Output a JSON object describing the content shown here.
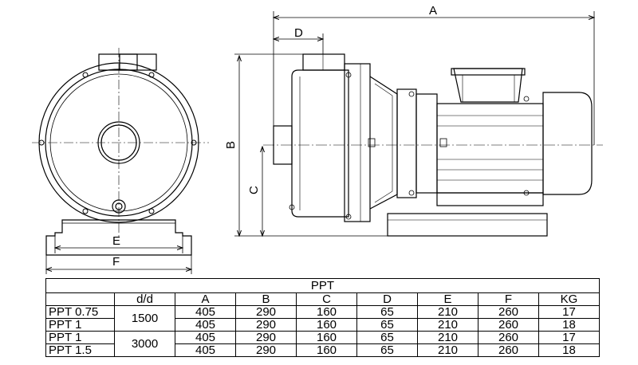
{
  "drawing": {
    "dimensions": {
      "A": "A",
      "B": "B",
      "C": "C",
      "D": "D",
      "E": "E",
      "F": "F"
    }
  },
  "table": {
    "title": "PPT",
    "headers": [
      "",
      "d/d",
      "A",
      "B",
      "C",
      "D",
      "E",
      "F",
      "KG"
    ],
    "speed_groups": [
      "1500",
      "3000"
    ],
    "rows": [
      {
        "model": "PPT 0.75",
        "values": [
          "405",
          "290",
          "160",
          "65",
          "210",
          "260",
          "17"
        ]
      },
      {
        "model": "PPT 1",
        "values": [
          "405",
          "290",
          "160",
          "65",
          "210",
          "260",
          "18"
        ]
      },
      {
        "model": "PPT 1",
        "values": [
          "405",
          "290",
          "160",
          "65",
          "210",
          "260",
          "17"
        ]
      },
      {
        "model": "PPT 1.5",
        "values": [
          "405",
          "290",
          "160",
          "65",
          "210",
          "260",
          "18"
        ]
      }
    ]
  }
}
